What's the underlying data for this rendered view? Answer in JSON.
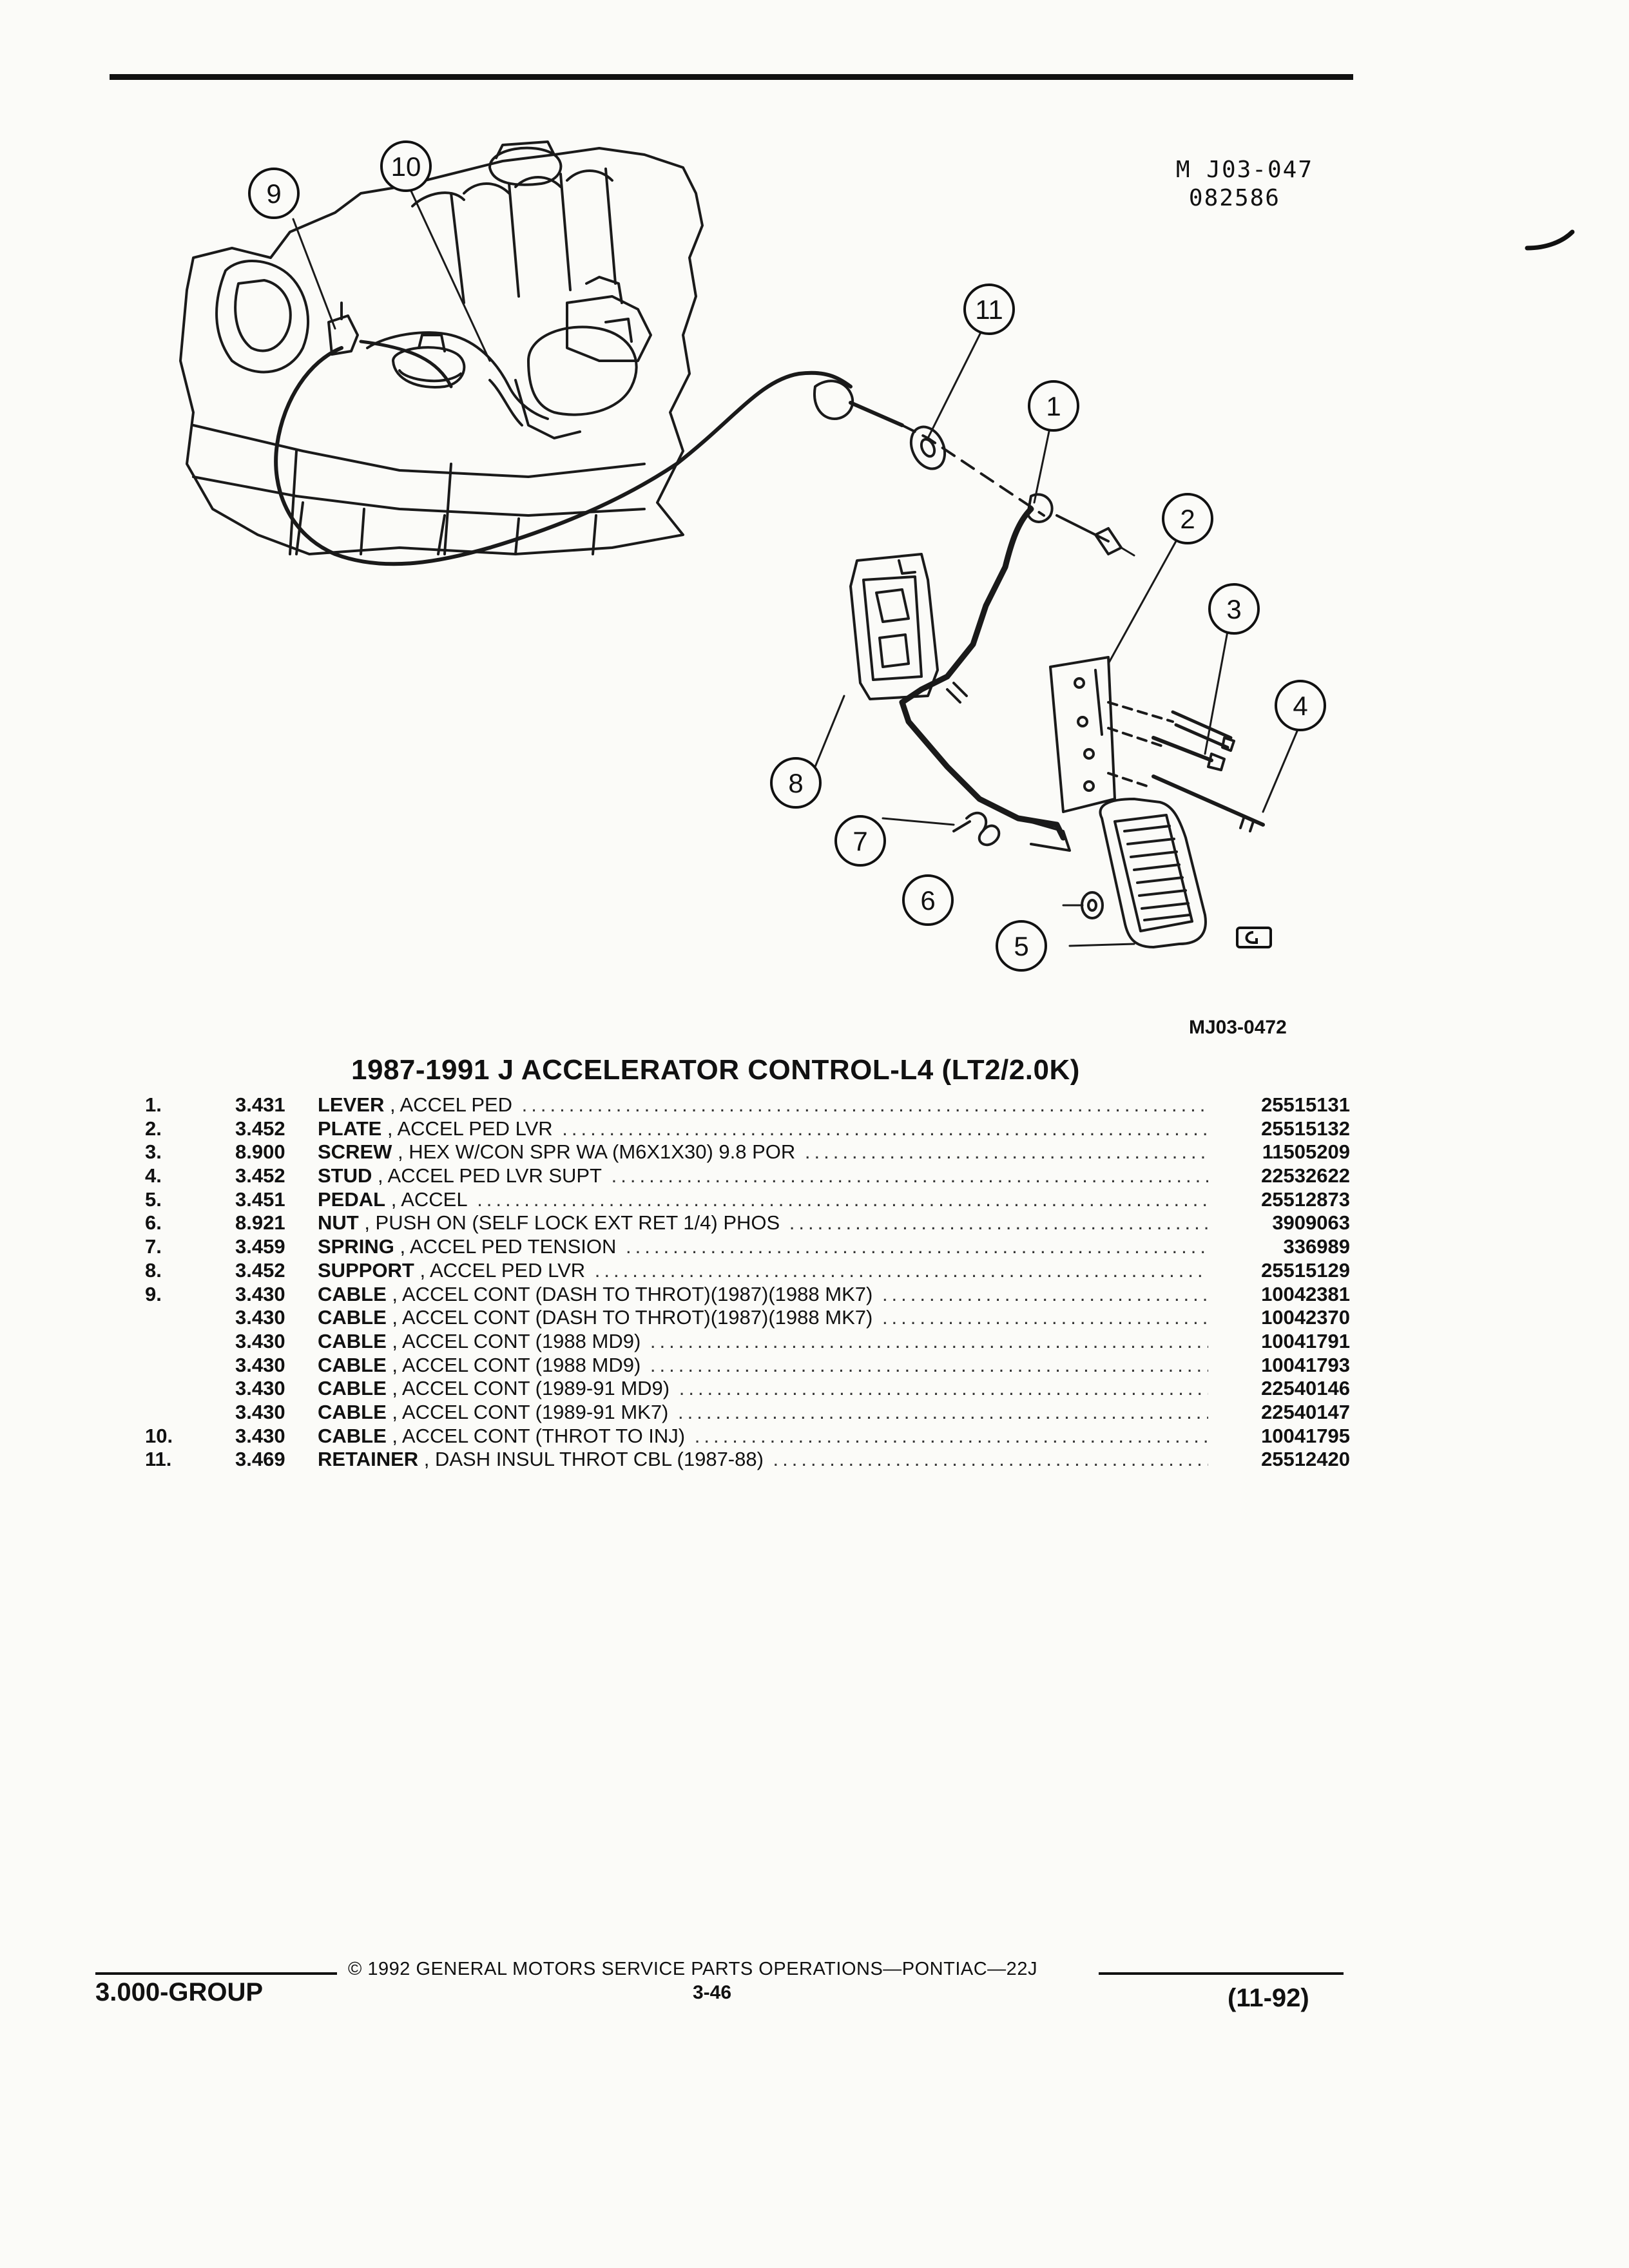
{
  "header": {
    "diagram_code_line1": "M J03-047",
    "diagram_code_line2": "082586"
  },
  "figure": {
    "reference": "MJ03-0472",
    "callouts": [
      "1",
      "2",
      "3",
      "4",
      "5",
      "6",
      "7",
      "8",
      "9",
      "10",
      "11"
    ],
    "logo": "GM"
  },
  "title": "1987-1991 J ACCELERATOR CONTROL-L4 (LT2/2.0K)",
  "parts": [
    {
      "num": "1.",
      "code": "3.431",
      "name": "LEVER",
      "detail": " , ACCEL PED",
      "pn": "25515131"
    },
    {
      "num": "2.",
      "code": "3.452",
      "name": "PLATE",
      "detail": " , ACCEL PED LVR",
      "pn": "25515132"
    },
    {
      "num": "3.",
      "code": "8.900",
      "name": "SCREW",
      "detail": " , HEX W/CON SPR WA (M6X1X30) 9.8 POR",
      "pn": "11505209"
    },
    {
      "num": "4.",
      "code": "3.452",
      "name": "STUD",
      "detail": " , ACCEL PED LVR SUPT",
      "pn": "22532622"
    },
    {
      "num": "5.",
      "code": "3.451",
      "name": "PEDAL",
      "detail": " , ACCEL",
      "pn": "25512873"
    },
    {
      "num": "6.",
      "code": "8.921",
      "name": "NUT",
      "detail": " , PUSH ON (SELF LOCK EXT RET 1/4) PHOS",
      "pn": "3909063"
    },
    {
      "num": "7.",
      "code": "3.459",
      "name": "SPRING",
      "detail": " , ACCEL PED TENSION",
      "pn": "336989"
    },
    {
      "num": "8.",
      "code": "3.452",
      "name": "SUPPORT",
      "detail": " , ACCEL PED LVR",
      "pn": "25515129"
    },
    {
      "num": "9.",
      "code": "3.430",
      "name": "CABLE",
      "detail": " , ACCEL CONT (DASH TO THROT)(1987)(1988 MK7)",
      "pn": "10042381"
    },
    {
      "num": "",
      "code": "3.430",
      "name": "CABLE",
      "detail": " , ACCEL CONT (DASH TO THROT)(1987)(1988 MK7)",
      "pn": "10042370"
    },
    {
      "num": "",
      "code": "3.430",
      "name": "CABLE",
      "detail": " , ACCEL CONT (1988 MD9)",
      "pn": "10041791"
    },
    {
      "num": "",
      "code": "3.430",
      "name": "CABLE",
      "detail": " , ACCEL CONT (1988 MD9)",
      "pn": "10041793"
    },
    {
      "num": "",
      "code": "3.430",
      "name": "CABLE",
      "detail": " , ACCEL CONT (1989-91 MD9)",
      "pn": "22540146"
    },
    {
      "num": "",
      "code": "3.430",
      "name": "CABLE",
      "detail": " , ACCEL CONT (1989-91 MK7)",
      "pn": "22540147"
    },
    {
      "num": "10.",
      "code": "3.430",
      "name": "CABLE",
      "detail": " , ACCEL CONT (THROT TO INJ)",
      "pn": "10041795"
    },
    {
      "num": "11.",
      "code": "3.469",
      "name": "RETAINER",
      "detail": " , DASH INSUL THROT CBL (1987-88)",
      "pn": "25512420"
    }
  ],
  "footer": {
    "copyright": "© 1992 GENERAL MOTORS SERVICE PARTS OPERATIONS—PONTIAC—22J",
    "group": "3.000-GROUP",
    "page": "3-46",
    "date": "(11-92)"
  }
}
